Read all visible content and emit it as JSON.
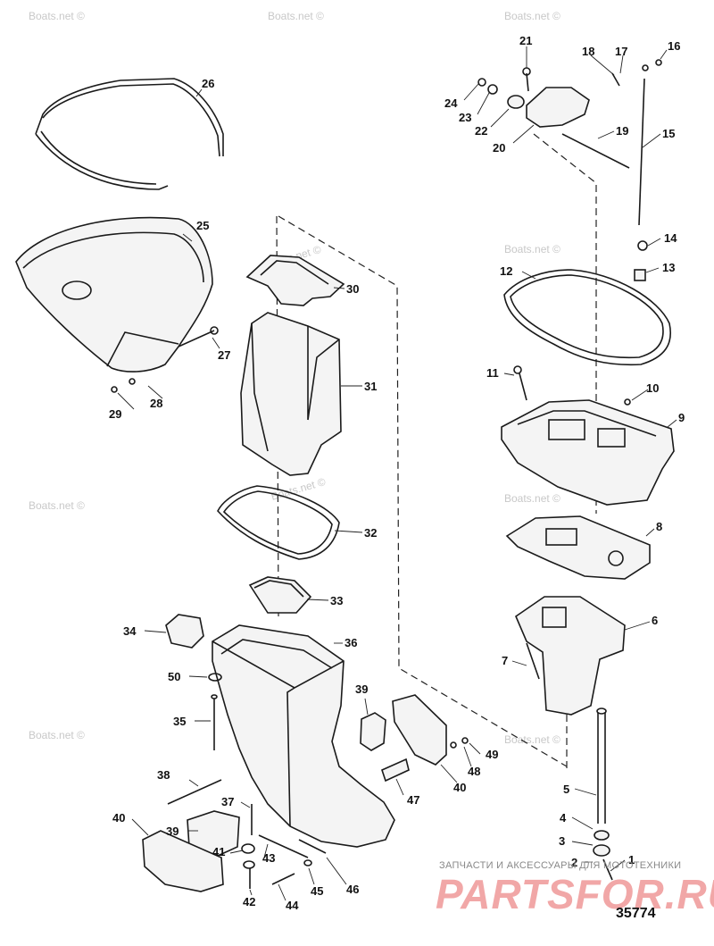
{
  "watermark": "Boats.net ©",
  "diagram_number": "35774",
  "banner": {
    "tagline": "ЗАПЧАСТИ И АКСЕССУАРЫ ДЛЯ МОТОТЕХНИКИ",
    "brand": "PARTSFOR.RU"
  },
  "callouts": {
    "c1": "1",
    "c2": "2",
    "c3": "3",
    "c4": "4",
    "c5": "5",
    "c6": "6",
    "c7": "7",
    "c8": "8",
    "c9": "9",
    "c10": "10",
    "c11": "11",
    "c12": "12",
    "c13": "13",
    "c14": "14",
    "c15": "15",
    "c16": "16",
    "c17": "17",
    "c18": "18",
    "c19": "19",
    "c20": "20",
    "c21": "21",
    "c22": "22",
    "c23": "23",
    "c24": "24",
    "c25": "25",
    "c26": "26",
    "c27": "27",
    "c28": "28",
    "c29": "29",
    "c30": "30",
    "c31": "31",
    "c32": "32",
    "c33": "33",
    "c34": "34",
    "c35": "35",
    "c36": "36",
    "c37": "37",
    "c38": "38",
    "c39a": "39",
    "c39b": "39",
    "c40a": "40",
    "c40b": "40",
    "c41": "41",
    "c42": "42",
    "c43": "43",
    "c44": "44",
    "c45": "45",
    "c46": "46",
    "c47": "47",
    "c48": "48",
    "c49": "49",
    "c50": "50"
  }
}
